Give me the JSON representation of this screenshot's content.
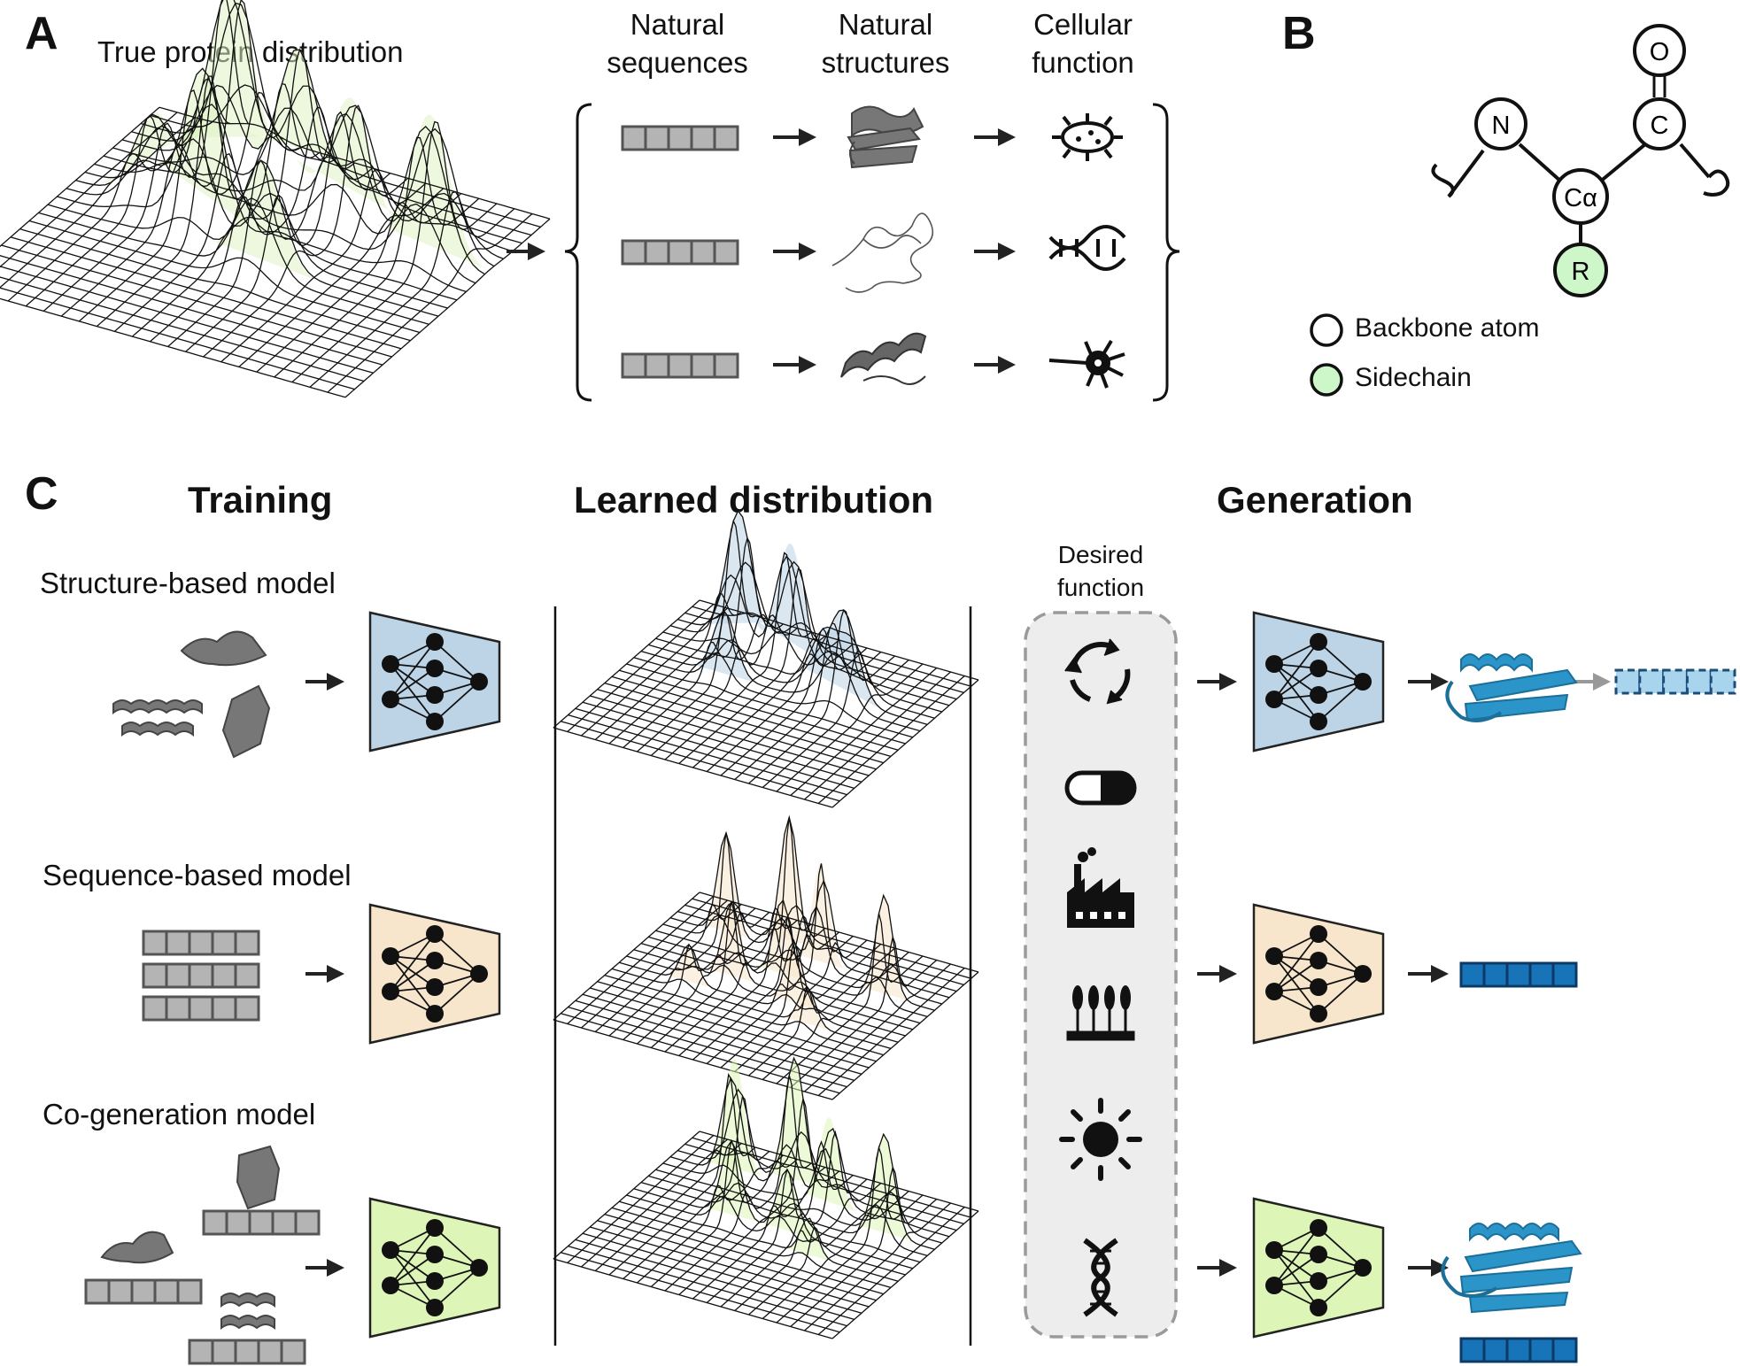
{
  "panels": {
    "a": "A",
    "b": "B",
    "c": "C"
  },
  "panel_a": {
    "title": "True protein distribution",
    "columns": [
      {
        "line1": "Natural",
        "line2": "sequences"
      },
      {
        "line1": "Natural",
        "line2": "structures"
      },
      {
        "line1": "Cellular",
        "line2": "function"
      }
    ],
    "rows": [
      {
        "structure": "beta-sheet-protein",
        "function": "bacterium-icon"
      },
      {
        "structure": "disordered-protein",
        "function": "dna-duplex-icon"
      },
      {
        "structure": "helical-protein",
        "function": "neuron-icon"
      }
    ]
  },
  "panel_b": {
    "atoms": {
      "n": "N",
      "ca": "Cα",
      "c": "C",
      "o": "O",
      "r": "R"
    },
    "legend": [
      {
        "label": "Backbone atom",
        "color": "#ffffff"
      },
      {
        "label": "Sidechain",
        "color": "#cdf7c9"
      }
    ]
  },
  "panel_c": {
    "sections": {
      "training": "Training",
      "learned": "Learned distribution",
      "generation": "Generation"
    },
    "desired_function": {
      "line1": "Desired",
      "line2": "function"
    },
    "models": [
      {
        "label": "Structure-based model",
        "color": "#bcd4e6"
      },
      {
        "label": "Sequence-based model",
        "color": "#f8e6cc"
      },
      {
        "label": "Co-generation model",
        "color": "#def5b8"
      }
    ],
    "function_icons": [
      "recycle-icon",
      "pill-icon",
      "factory-icon",
      "crops-icon",
      "sun-icon",
      "dna-icon"
    ],
    "colors": {
      "protein_blue": "#2b95c9",
      "seq_blue": "#1874b8",
      "seq_gray": "#b4b4b4",
      "panel_gray": "#ededed"
    }
  }
}
